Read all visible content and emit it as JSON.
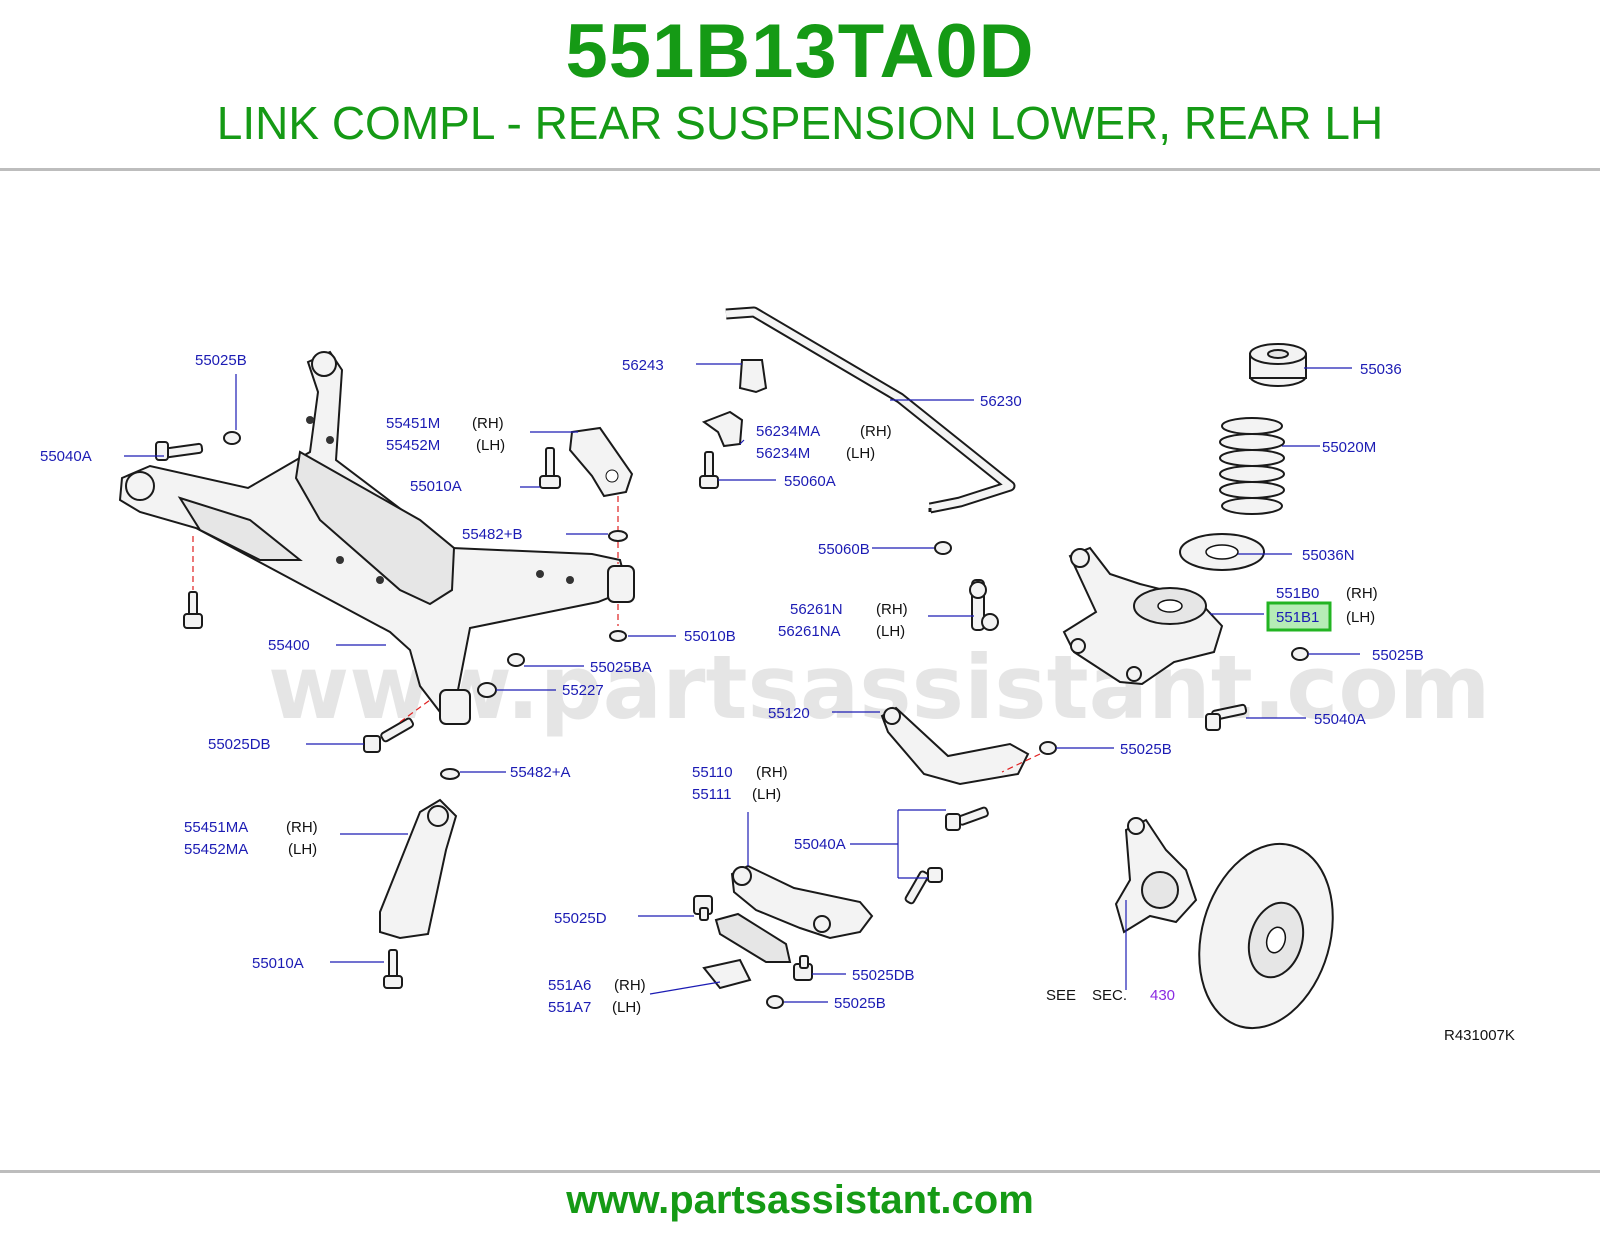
{
  "header": {
    "part_number": "551B13TA0D",
    "description": "LINK COMPL - REAR SUSPENSION LOWER, REAR LH"
  },
  "watermark": "www.partsassistant.com",
  "footer": {
    "url": "www.partsassistant.com"
  },
  "colors": {
    "title": "#159a15",
    "callout": "#1c1cb4",
    "highlight": "#22b422",
    "reference": "#8a2be2"
  },
  "callouts": {
    "c55025B_a": "55025B",
    "c55040A_a": "55040A",
    "c55451M": "55451M",
    "c55452M": "55452M",
    "c55010A_a": "55010A",
    "c55482pB": "55482+B",
    "c55400": "55400",
    "c55010B": "55010B",
    "c55025BA": "55025BA",
    "c55227": "55227",
    "c55025DB_a": "55025DB",
    "c55482pA": "55482+A",
    "c55451MA": "55451MA",
    "c55452MA": "55452MA",
    "c55010A_b": "55010A",
    "c56243": "56243",
    "c56230": "56230",
    "c56234MA": "56234MA",
    "c56234M": "56234M",
    "c55060A": "55060A",
    "c55060B": "55060B",
    "c56261N": "56261N",
    "c56261NA": "56261NA",
    "c55120": "55120",
    "c55025B_b": "55025B",
    "c55110": "55110",
    "c55111": "55111",
    "c55040A_b": "55040A",
    "c55025D": "55025D",
    "c55025DB_b": "55025DB",
    "c551A6": "551A6",
    "c551A7": "551A7",
    "c55025B_c": "55025B",
    "c55036": "55036",
    "c55020M": "55020M",
    "c55036N": "55036N",
    "c551B0": "551B0",
    "c551B1": "551B1",
    "c55025B_d": "55025B",
    "c55040A_c": "55040A"
  },
  "sides": {
    "rh": "(RH)",
    "lh": "(LH)"
  },
  "see_ref": {
    "see": "SEE",
    "sec": "SEC.",
    "num": "430"
  },
  "diagram_code": "R431007K",
  "highlighted_part": "551B1"
}
